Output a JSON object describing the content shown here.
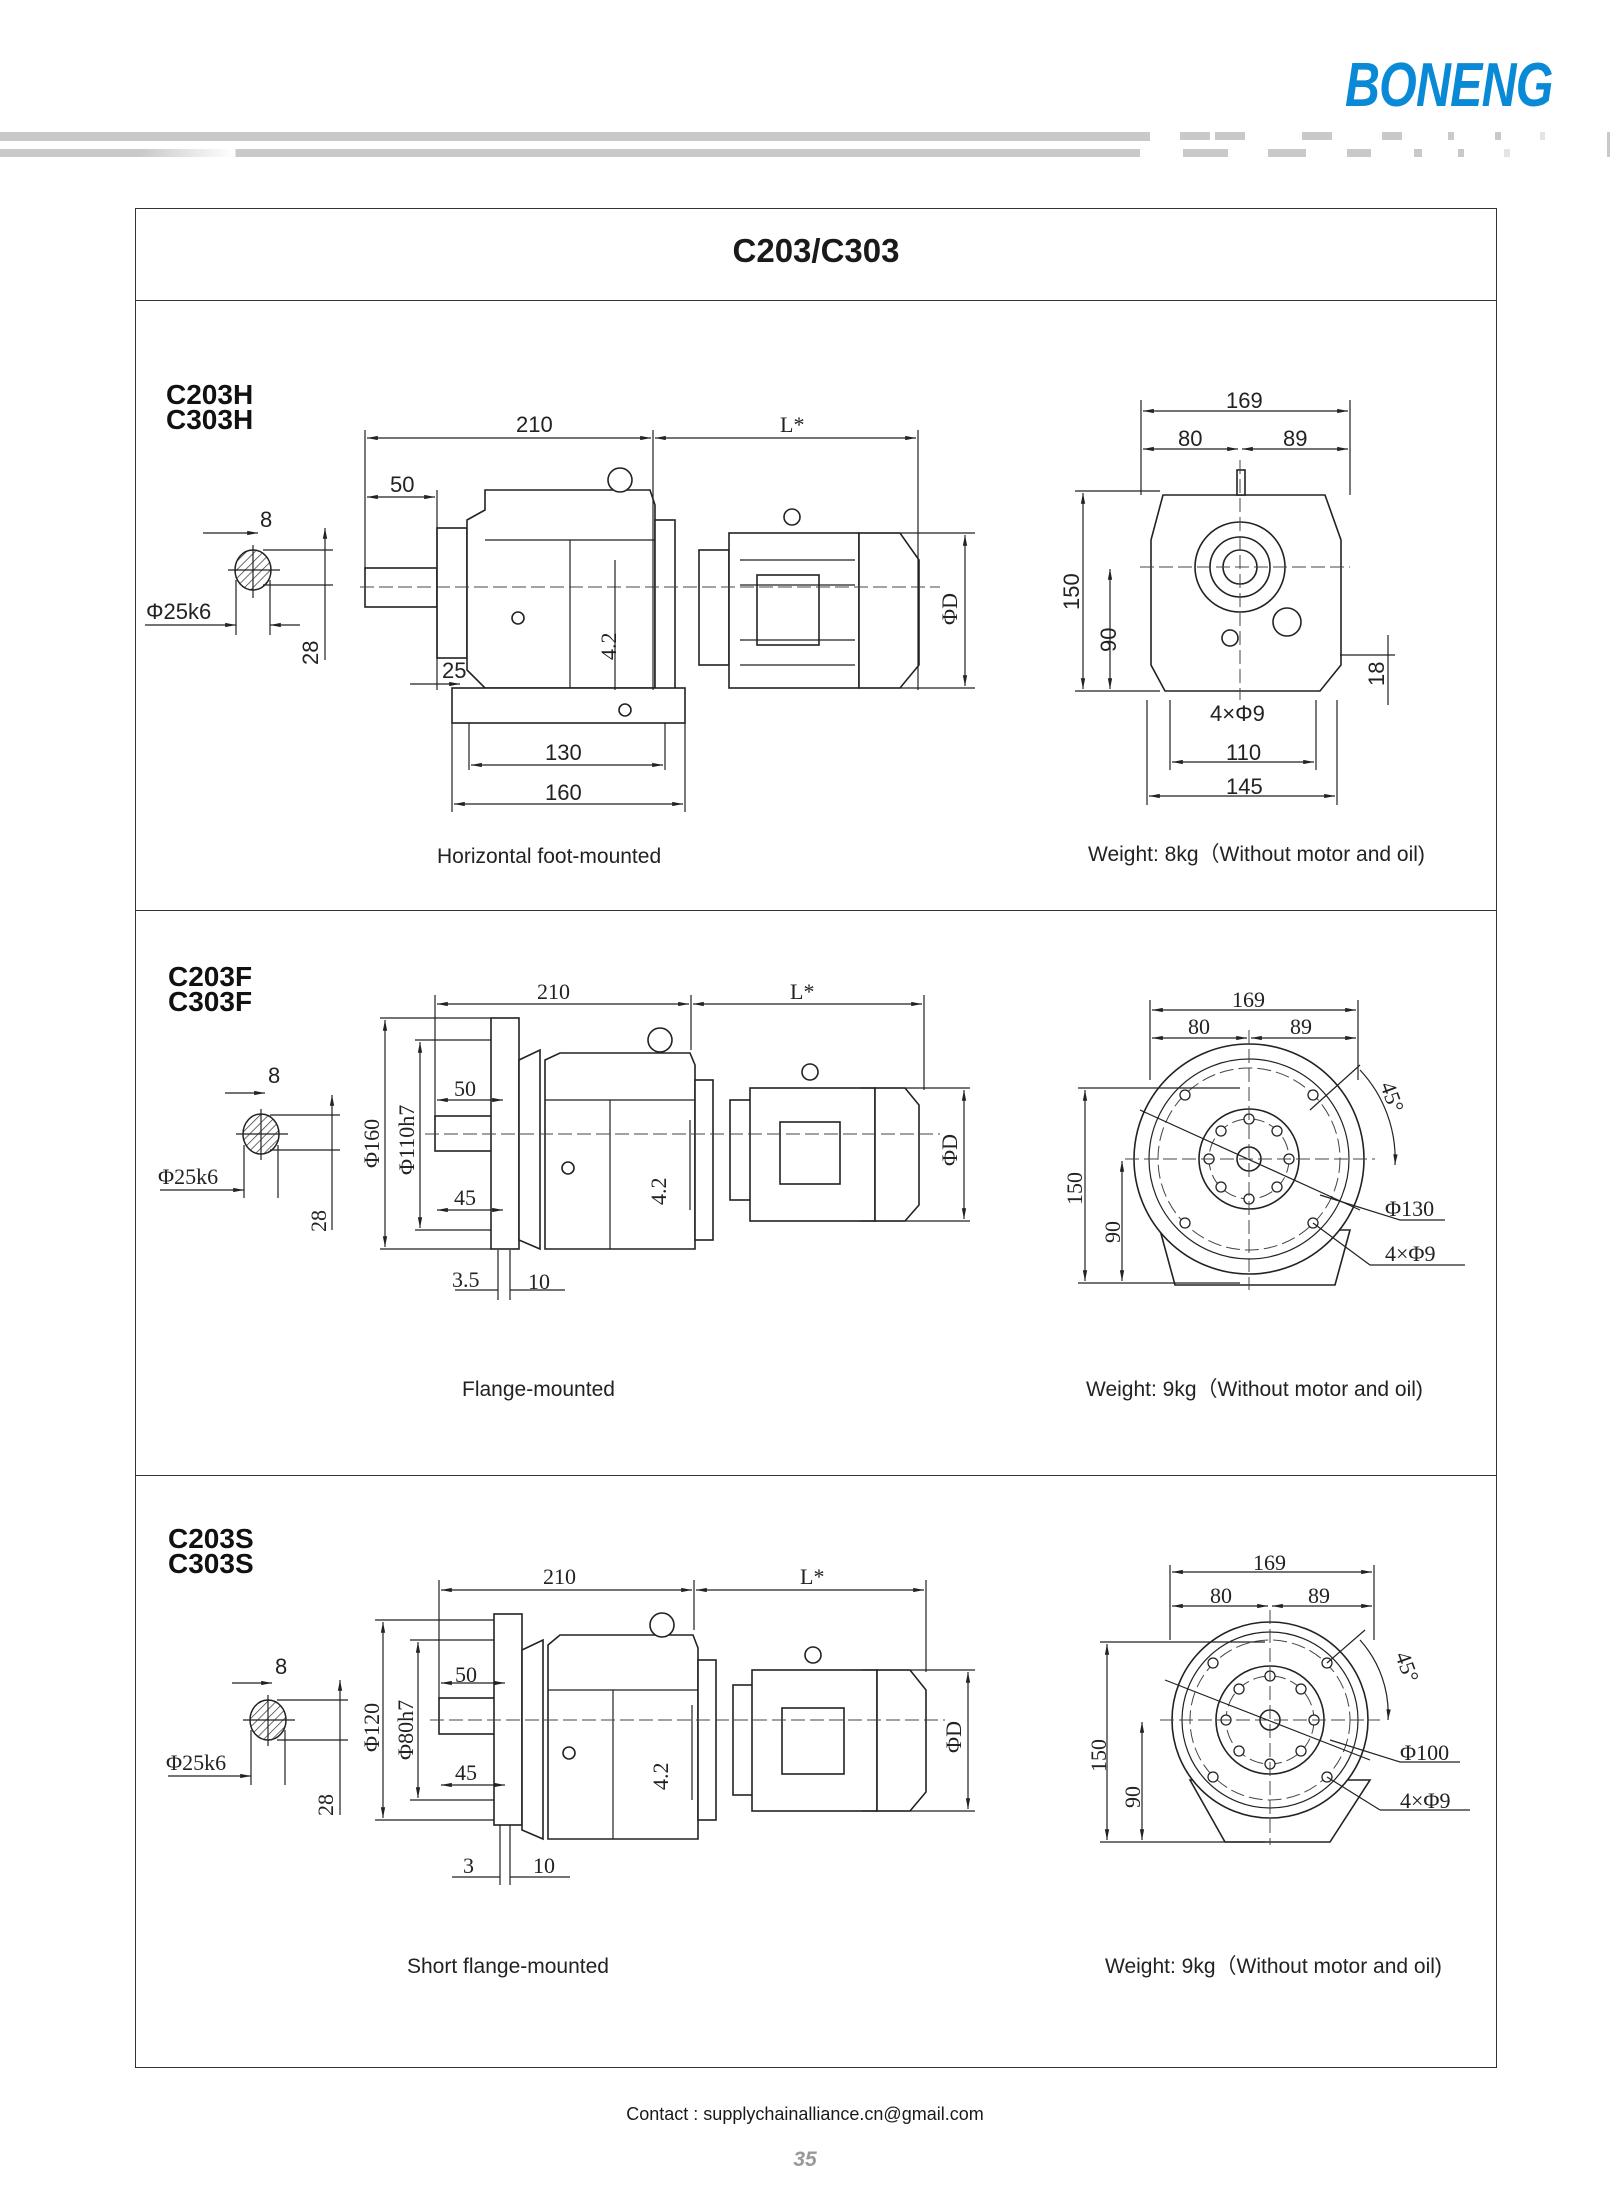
{
  "brand": {
    "logo_text": "BONENG",
    "color": "#0a8ad6"
  },
  "title": "C203/C303",
  "sections": [
    {
      "models": [
        "C203H",
        "C303H"
      ],
      "caption": "Horizontal foot-mounted",
      "weight": "Weight: 8kg（Without motor and oil)",
      "shaft": {
        "key": "8",
        "diameter": "Φ25k6",
        "height": "28"
      },
      "side": {
        "total": "210",
        "motor_len": "L*",
        "shaft_len": "50",
        "offset": "25",
        "center": "4.2",
        "foot_inner": "130",
        "foot_outer": "160",
        "motor_dia": "ΦD"
      },
      "front": {
        "width": "169",
        "left": "80",
        "right": "89",
        "height": "150",
        "center_h": "90",
        "foot_t": "18",
        "holes": "4×Φ9",
        "hole_span": "110",
        "base": "145"
      }
    },
    {
      "models": [
        "C203F",
        "C303F"
      ],
      "caption": "Flange-mounted",
      "weight": "Weight: 9kg（Without motor and oil)",
      "shaft": {
        "key": "8",
        "diameter": "Φ25k6",
        "height": "28"
      },
      "side": {
        "total": "210",
        "motor_len": "L*",
        "flange_dia": "Φ160",
        "spigot": "Φ110h7",
        "shaft_len": "50",
        "shaft_len2": "45",
        "center": "4.2",
        "flange_t": "3.5",
        "flange_w": "10",
        "motor_dia": "ΦD"
      },
      "front": {
        "width": "169",
        "left": "80",
        "right": "89",
        "angle": "45°",
        "pcd": "Φ130",
        "holes": "4×Φ9",
        "height": "150",
        "center_h": "90"
      }
    },
    {
      "models": [
        "C203S",
        "C303S"
      ],
      "caption": "Short flange-mounted",
      "weight": "Weight: 9kg（Without motor and oil)",
      "shaft": {
        "key": "8",
        "diameter": "Φ25k6",
        "height": "28"
      },
      "side": {
        "total": "210",
        "motor_len": "L*",
        "flange_dia": "Φ120",
        "spigot": "Φ80h7",
        "shaft_len": "50",
        "shaft_len2": "45",
        "center": "4.2",
        "flange_t": "3",
        "flange_w": "10",
        "motor_dia": "ΦD"
      },
      "front": {
        "width": "169",
        "left": "80",
        "right": "89",
        "angle": "45°",
        "pcd": "Φ100",
        "holes": "4×Φ9",
        "height": "150",
        "center_h": "90"
      }
    }
  ],
  "footer": {
    "contact": "Contact : supplychainalliance.cn@gmail.com",
    "page": "35"
  }
}
